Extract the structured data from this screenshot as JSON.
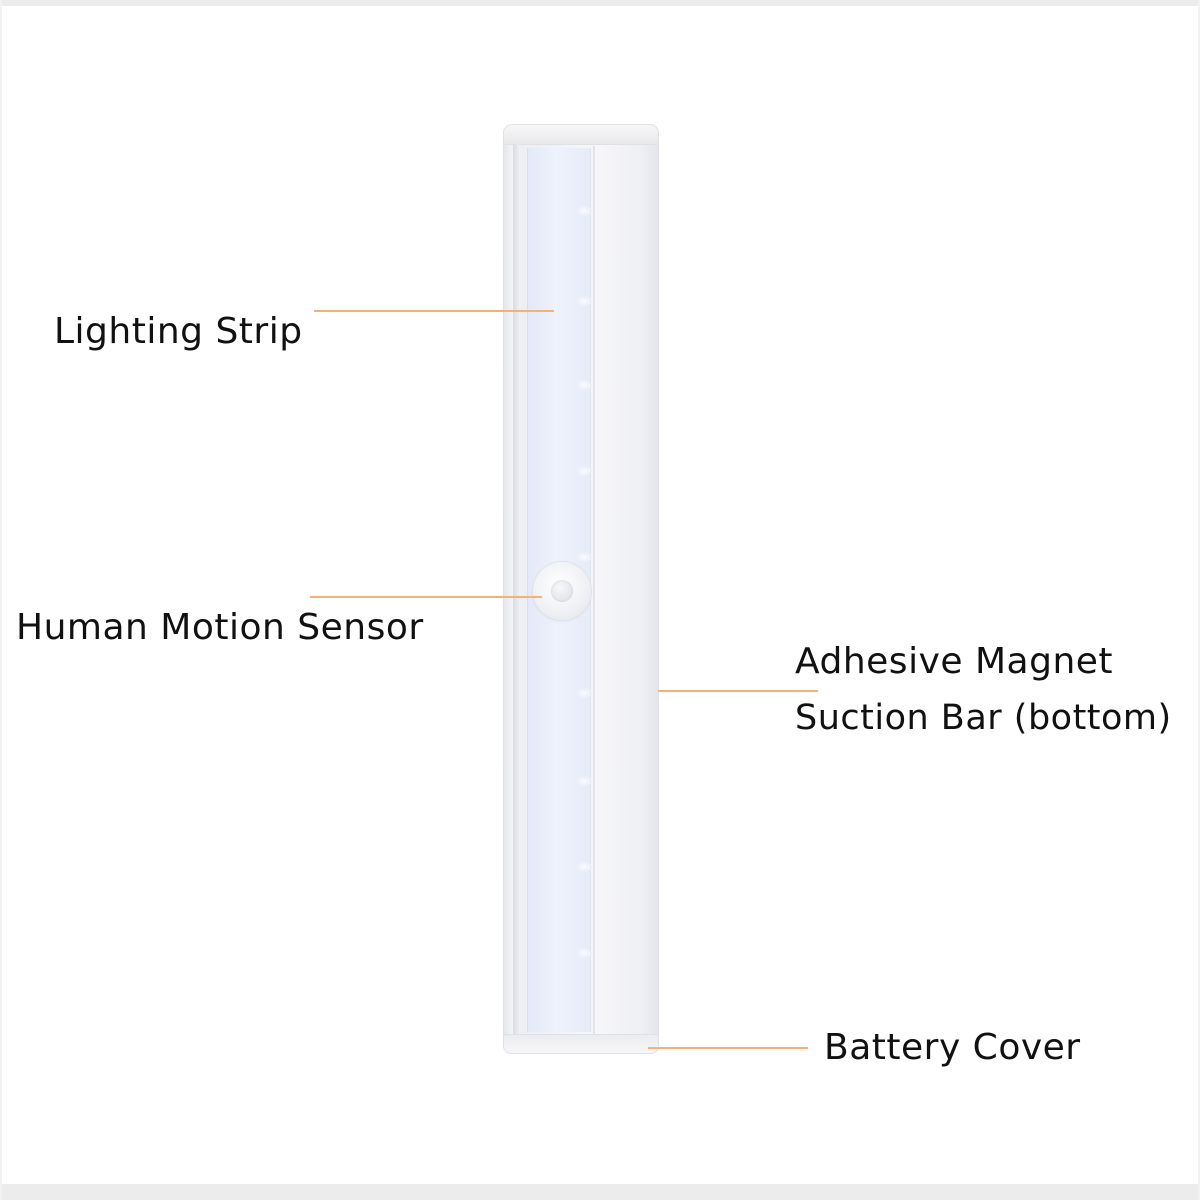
{
  "labels": {
    "lighting_strip": "Lighting Strip",
    "motion_sensor": "Human Motion Sensor",
    "magnet_bar_line1": "Adhesive Magnet",
    "magnet_bar_line2": "Suction Bar (bottom)",
    "battery_cover": "Battery Cover"
  },
  "colors": {
    "leader_line": "#f2b27a",
    "text": "#111111",
    "background": "#ffffff"
  }
}
